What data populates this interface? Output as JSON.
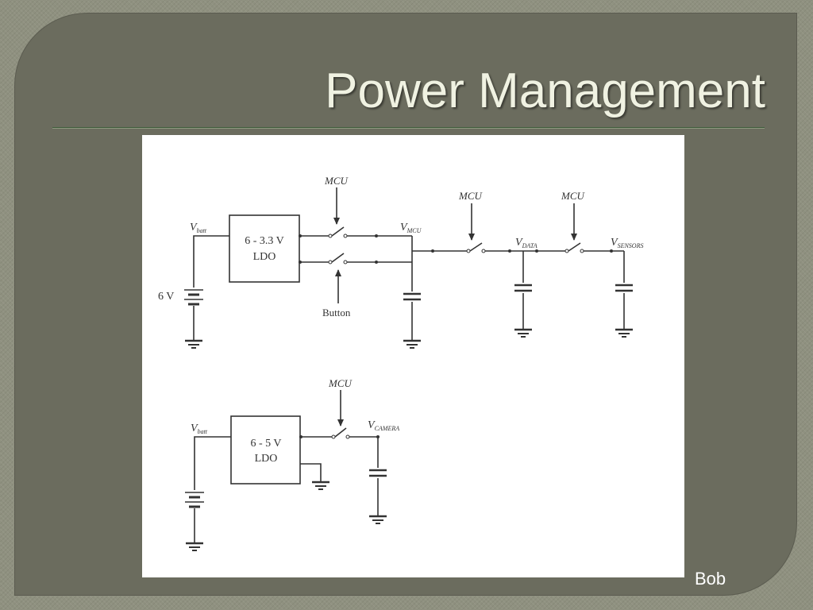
{
  "slide": {
    "title": "Power Management",
    "footer": "Bob"
  },
  "diagram": {
    "mcu_label": "MCU",
    "button_label": "Button",
    "battery_voltage": "6 V",
    "vbatt_main": "V",
    "vbatt_sub": "batt",
    "ldo1_range": "6 - 3.3 V",
    "ldo1_name": "LDO",
    "ldo2_range": "6 - 5 V",
    "ldo2_name": "LDO",
    "v_main": "V",
    "vmcu_sub": "MCU",
    "vdata_sub": "DATA",
    "vsensors_sub": "SENSORS",
    "vcamera_sub": "CAMERA"
  },
  "colors": {
    "panel": "#6b6c5e",
    "background": "#8f9180",
    "title": "#f0f2e2",
    "wire": "#333333"
  }
}
